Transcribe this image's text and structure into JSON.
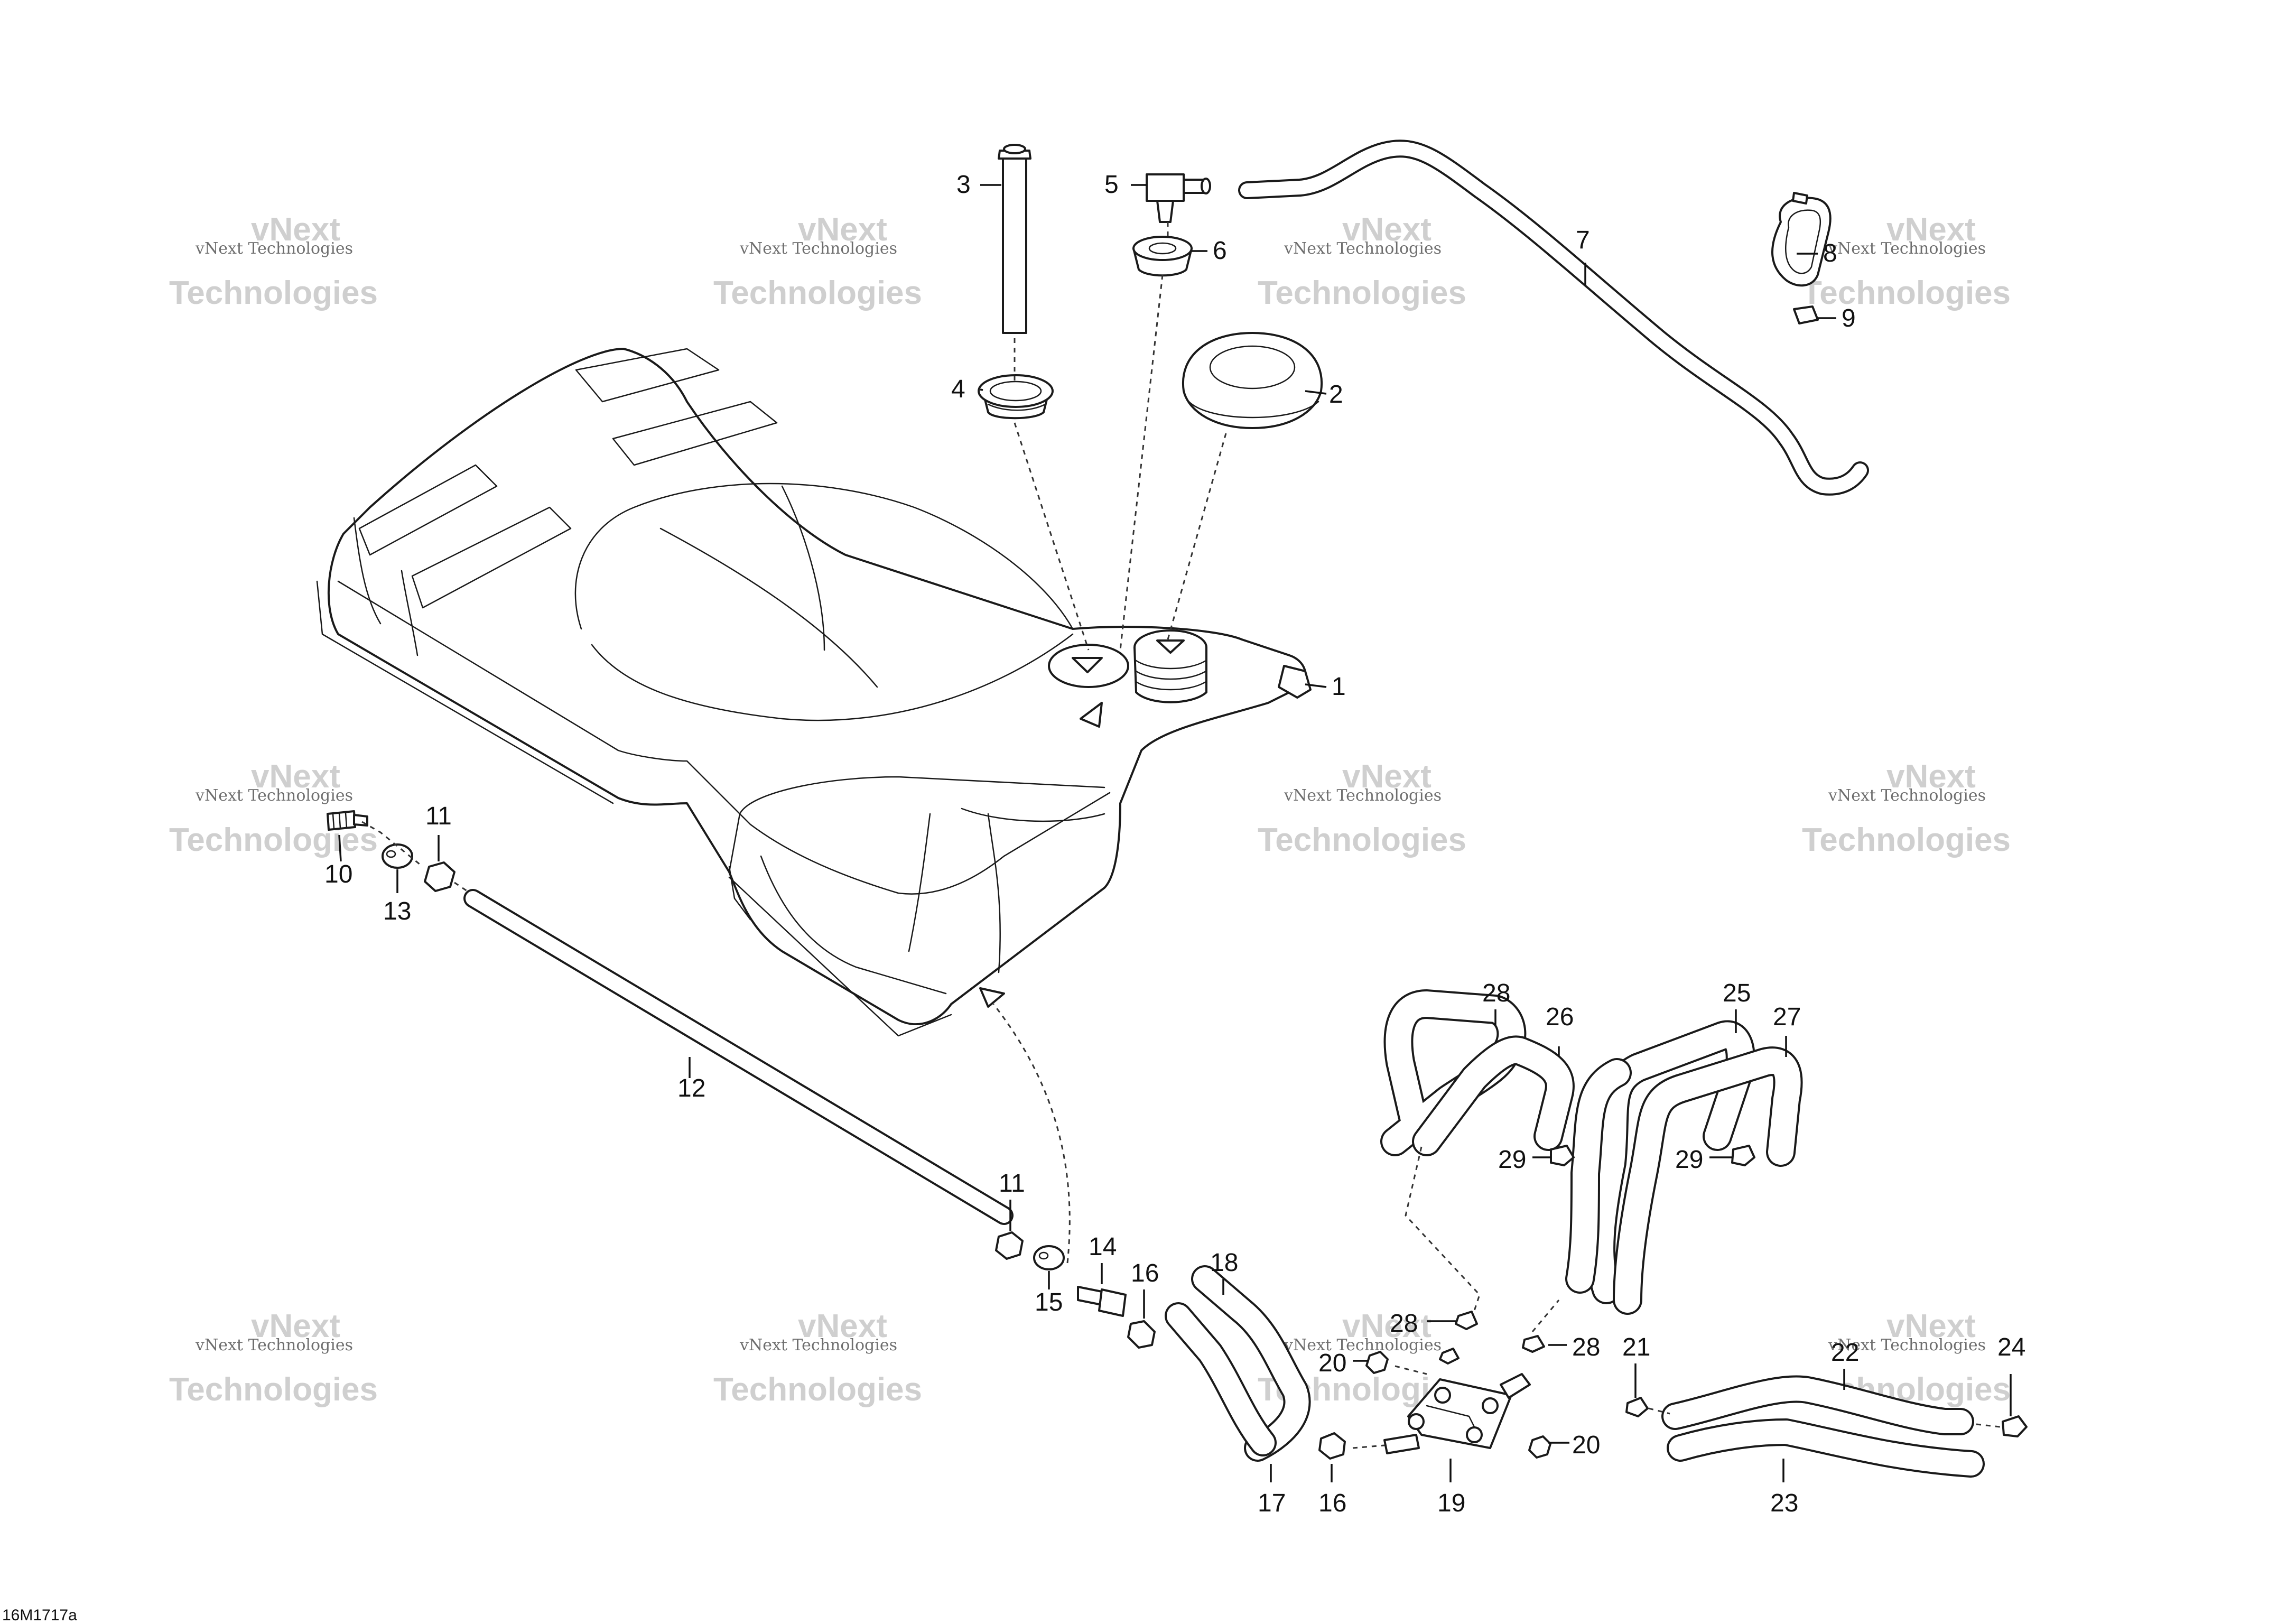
{
  "drawing_ref": "16M1717a",
  "watermark": {
    "line1": "vNext",
    "line2": "vNext Technologies",
    "line3": "Technologies"
  },
  "callouts": [
    "1",
    "2",
    "3",
    "4",
    "5",
    "6",
    "7",
    "8",
    "9",
    "10",
    "11",
    "11",
    "12",
    "13",
    "14",
    "15",
    "16",
    "16",
    "17",
    "18",
    "19",
    "20",
    "20",
    "21",
    "22",
    "23",
    "24",
    "25",
    "26",
    "27",
    "28",
    "28",
    "28",
    "29",
    "29"
  ],
  "colors": {
    "line": "#1a1a1a",
    "watermark": "#cfcfcf",
    "background": "#ffffff"
  }
}
